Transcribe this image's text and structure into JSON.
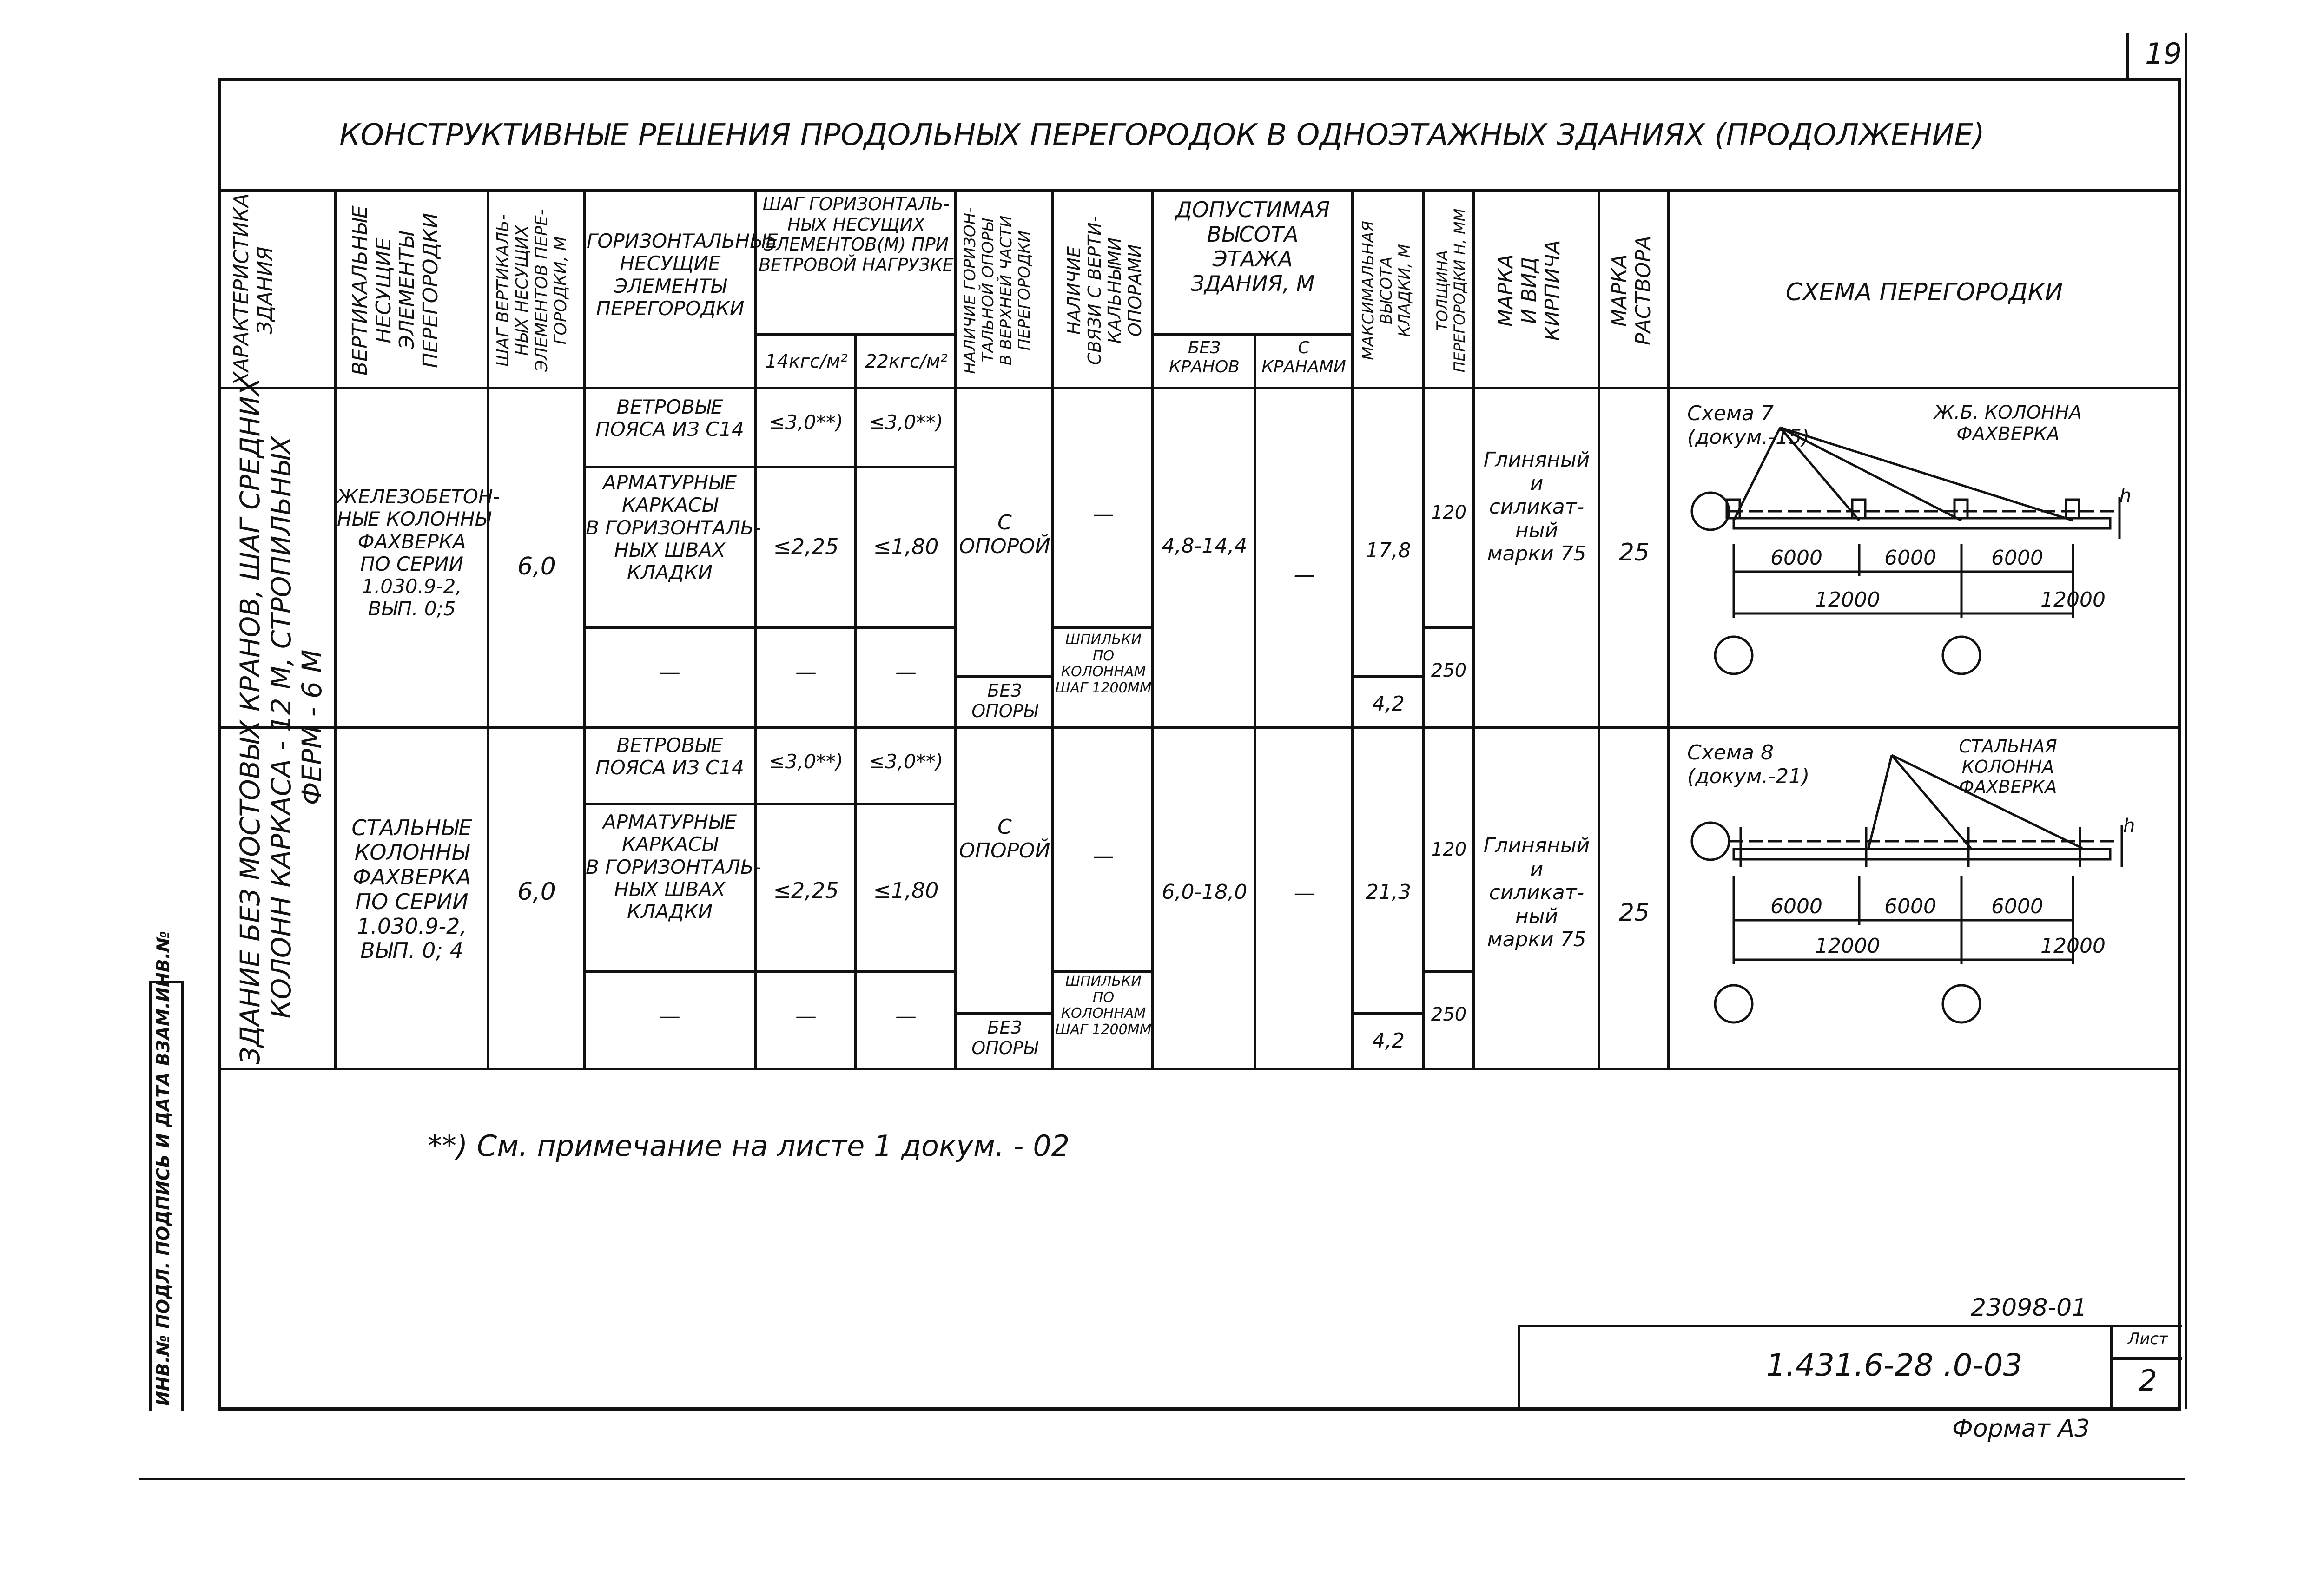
{
  "page_number": "19",
  "title": "Конструктивные решения продольных перегородок в одноэтажных зданиях (продолжение)",
  "headers": {
    "col1": "Характеристика\nздания",
    "col2": "Вертикальные\nнесущие\nэлементы\nперегородки",
    "col3": "Шаг вертикаль-\nных несущих\nэлементов пере-\nгородки, м",
    "col4": "Горизонтальные\nнесущие\nэлементы\nперегородки",
    "col5_group": "Шаг горизонталь-\nных несущих\nэлементов(м) при\nветровой нагрузке",
    "col5a": "14кгс/м²",
    "col5b": "22кгс/м²",
    "col6": "Наличие горизон-\nтальной опоры\nв верхней части\nперегородки",
    "col7": "Наличие\nсвязи с верти-\nкальными\nопорами",
    "col8_group": "Допустимая\nвысота\nэтажа\nздания, м",
    "col8a": "без\nкранов",
    "col8b": "с\nкранами",
    "col9": "Максимальная\nвысота\nкладки, м",
    "col10": "Толщина\nперегородки h, мм",
    "col11": "Марка\nи вид\nкирпича",
    "col12": "Марка\nраствора",
    "col13": "Схема перегородки"
  },
  "building": "Здание без мостовых кранов, шаг средних\nколонн каркаса - 12 м, стропильных\nферм - 6 м",
  "rows": [
    {
      "vertical": "Железобетон-\nные колонны\nфахверка\nпо серии\n1.030.9-2,\nвып. 0;5",
      "step": "6,0",
      "h1": "Ветровые\nпояса из С14",
      "h1a": "≤3,0**)",
      "h1b": "≤3,0**)",
      "h2": "Арматурные\nкаркасы\nв горизонталь-\nных швах\nкладки",
      "h2a": "≤2,25",
      "h2b": "≤1,80",
      "h3": "—",
      "h3a": "—",
      "h3b": "—",
      "support1": "с\nопорой",
      "support2": "без\nопоры",
      "link1": "—",
      "link2": "шпильки\nпо\nколоннам\nшаг 1200мм",
      "height_no_crane": "4,8-14,4",
      "height_crane": "—",
      "max1": "17,8",
      "max2": "4,2",
      "thick1": "120",
      "thick2": "250",
      "brick": "Глиняный\nи\nсиликат-\nный\nмарки 75",
      "mortar": "25",
      "scheme_title": "Схема 7\n(докум.-15)",
      "scheme_label": "Ж.Б. колонна\nфахверка",
      "dims": [
        "6000",
        "6000",
        "6000",
        "12000",
        "12000"
      ]
    },
    {
      "vertical": "Стальные\nколонны\nфахверка\nпо серии\n1.030.9-2,\nвып. 0; 4",
      "step": "6,0",
      "h1": "Ветровые\nпояса из С14",
      "h1a": "≤3,0**)",
      "h1b": "≤3,0**)",
      "h2": "Арматурные\nкаркасы\nв горизонталь-\nных швах\nкладки",
      "h2a": "≤2,25",
      "h2b": "≤1,80",
      "h3": "—",
      "h3a": "—",
      "h3b": "—",
      "support1": "с\nопорой",
      "support2": "без\nопоры",
      "link1": "—",
      "link2": "шпильки\nпо\nколоннам\nшаг 1200мм",
      "height_no_crane": "6,0-18,0",
      "height_crane": "—",
      "max1": "21,3",
      "max2": "4,2",
      "thick1": "120",
      "thick2": "250",
      "brick": "Глиняный\nи\nсиликат-\nный\nмарки 75",
      "mortar": "25",
      "scheme_title": "Схема 8\n(докум.-21)",
      "scheme_label": "Стальная\nколонна\nфахверка",
      "dims": [
        "6000",
        "6000",
        "6000",
        "12000",
        "12000"
      ]
    }
  ],
  "note": "**) См. примечание на листе 1 докум. - 02",
  "stamp": {
    "archive_no": "23098-01",
    "doc_code": "1.431.6-28 .0-03",
    "sheet_label": "Лист",
    "sheet_no": "2",
    "format": "Формат А3"
  },
  "side_strip": "Инв.№ подл. Подпись и дата Взам.инв.№"
}
